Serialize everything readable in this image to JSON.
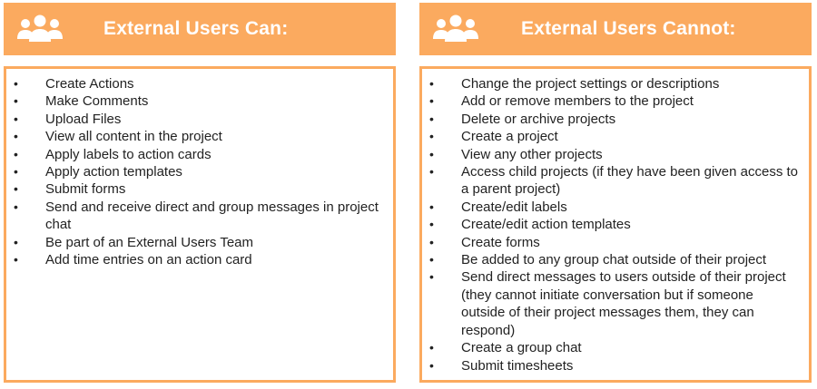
{
  "colors": {
    "accent": "#fbaa5f",
    "header_text": "#ffffff",
    "body_text": "#222222"
  },
  "left": {
    "icon": "users-icon",
    "title": "External Users Can:",
    "items": [
      "Create Actions",
      "Make Comments",
      "Upload Files",
      "View all content in the project",
      "Apply labels to action cards",
      "Apply action templates",
      "Submit forms",
      "Send and receive direct and group messages in project chat",
      "Be part of an External Users Team",
      "Add time entries on an action card"
    ]
  },
  "right": {
    "icon": "users-icon",
    "title": "External Users Cannot:",
    "items": [
      "Change the project settings or descriptions",
      "Add or remove members to the project",
      "Delete or archive projects",
      "Create a project",
      "View any other projects",
      "Access child projects (if they have been given access to a parent project)",
      "Create/edit labels",
      "Create/edit action templates",
      "Create forms",
      "Be added to any group chat outside of their project",
      "Send direct messages to users outside of their project (they cannot initiate conversation but if someone outside of their project messages them, they can respond)",
      "Create a group chat",
      "Submit timesheets"
    ]
  }
}
